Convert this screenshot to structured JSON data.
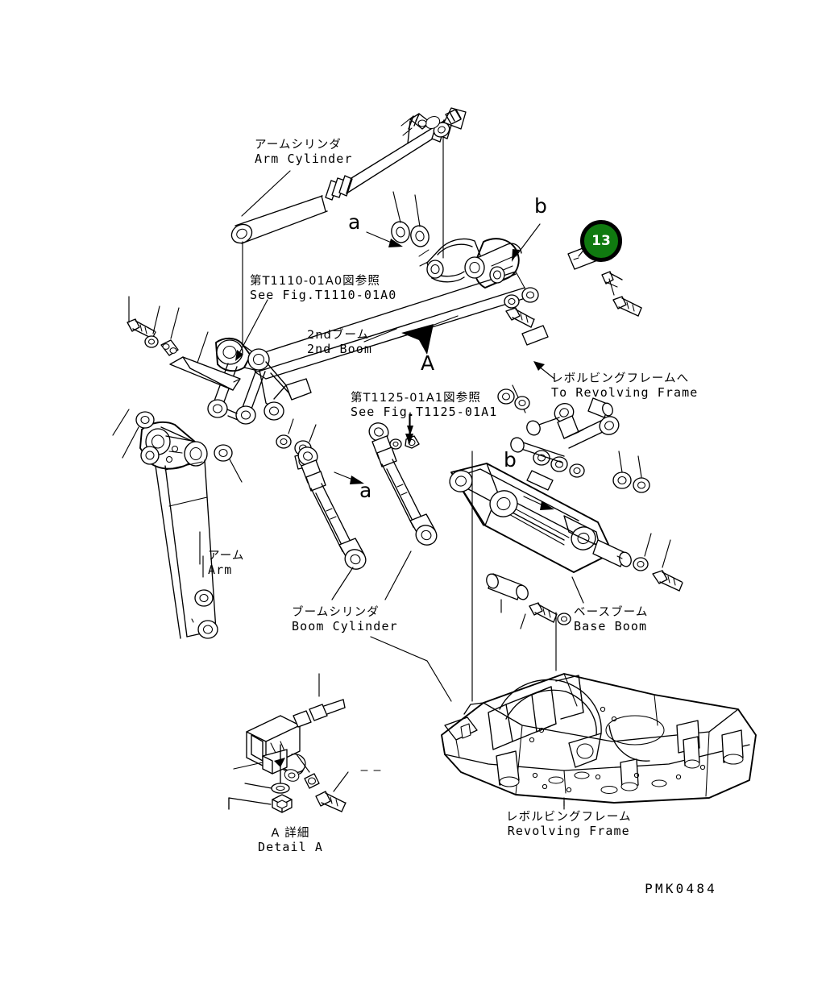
{
  "drawing": {
    "number": "PMK0484",
    "sheet_background": "#ffffff",
    "line_color": "#000000"
  },
  "badge": {
    "number": "13",
    "fill_color": "#107a10",
    "ring_color": "#000000",
    "text_color": "#ffffff"
  },
  "labels": {
    "arm_cylinder": {
      "jp": "アームシリンダ",
      "en": "Arm Cylinder"
    },
    "see_fig_1110": {
      "jp": "第T1110-01A0図参照",
      "en": "See Fig.T1110-01A0"
    },
    "second_boom": {
      "jp": "2ndブーム",
      "en": "2nd Boom"
    },
    "see_fig_1125": {
      "jp": "第T1125-01A1図参照",
      "en": "See Fig.T1125-01A1"
    },
    "to_rev_frame": {
      "jp": "レボルビングフレームへ",
      "en": "To Revolving Frame"
    },
    "arm": {
      "jp": "アーム",
      "en": "Arm"
    },
    "boom_cylinder": {
      "jp": "ブームシリンダ",
      "en": "Boom Cylinder"
    },
    "base_boom": {
      "jp": "ベースブーム",
      "en": "Base Boom"
    },
    "revolving_frame": {
      "jp": "レボルビングフレーム",
      "en": "Revolving Frame"
    },
    "detail_a": {
      "jp": "A 詳細",
      "en": "Detail A"
    }
  },
  "callouts": {
    "a_upper": "a",
    "b_upper": "b",
    "a_lower": "a",
    "b_lower": "b",
    "section_mark": "A"
  }
}
